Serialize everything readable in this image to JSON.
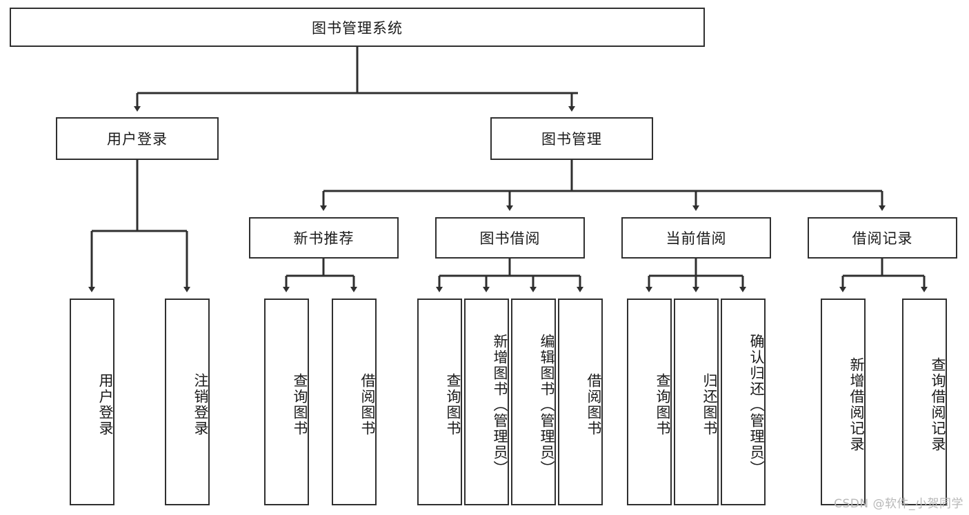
{
  "diagram": {
    "type": "tree",
    "title": "图书管理系统",
    "root": {
      "label": "图书管理系统"
    },
    "level2": [
      {
        "label": "用户登录"
      },
      {
        "label": "图书管理"
      }
    ],
    "level3": [
      {
        "label": "新书推荐"
      },
      {
        "label": "图书借阅"
      },
      {
        "label": "当前借阅"
      },
      {
        "label": "借阅记录"
      }
    ],
    "leaves": {
      "user_login": [
        {
          "label": "用户登录"
        },
        {
          "label": "注销登录"
        }
      ],
      "new_book_recommend": [
        {
          "label": "查询图书"
        },
        {
          "label": "借阅图书"
        }
      ],
      "book_borrow": [
        {
          "label": "查询图书"
        },
        {
          "label": "新增图书（管理员）"
        },
        {
          "label": "编辑图书（管理员）"
        },
        {
          "label": "借阅图书"
        }
      ],
      "current_borrow": [
        {
          "label": "查询图书"
        },
        {
          "label": "归还图书"
        },
        {
          "label": "确认归还（管理员）"
        }
      ],
      "borrow_record": [
        {
          "label": "新增借阅记录"
        },
        {
          "label": "查询借阅记录"
        }
      ]
    }
  },
  "watermark": {
    "text": "CSDN @软件_小贺同学"
  },
  "colors": {
    "border": "#2f2f2f",
    "background": "#ffffff",
    "text": "#1a1a1a",
    "watermark": "#b8b8b8"
  }
}
